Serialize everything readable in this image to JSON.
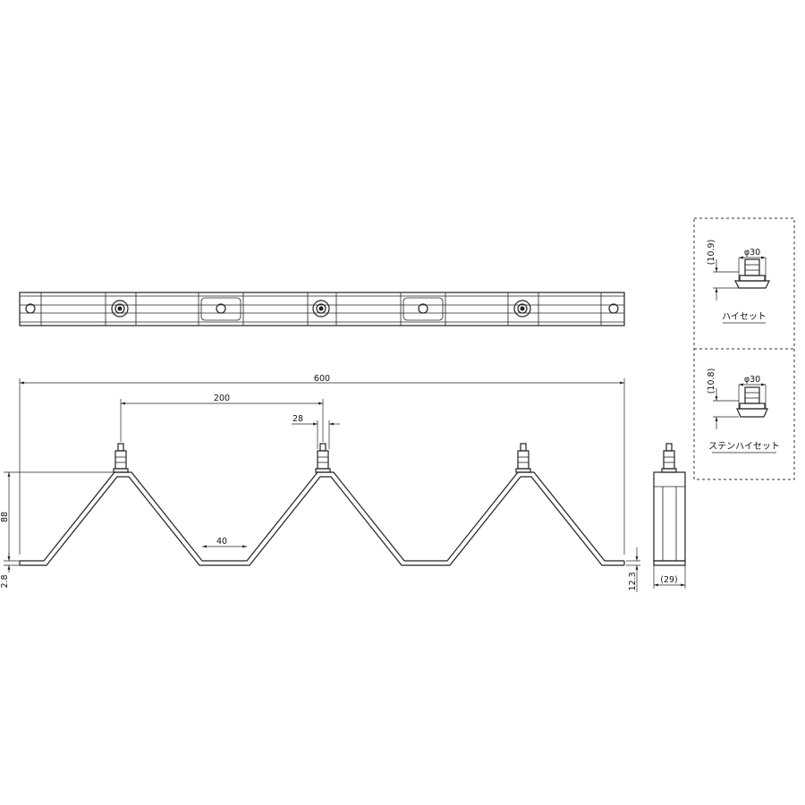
{
  "dimensions": {
    "overall_length": "600",
    "pitch": "200",
    "bolt_offset": "28",
    "bottom_flat": "40",
    "height": "88",
    "bottom_thickness": "2.8",
    "side_offset": "12.3",
    "side_width": "(29)"
  },
  "details": [
    {
      "height": "(10.9)",
      "diameter": "φ30",
      "label": "ハイセット"
    },
    {
      "height": "(10.8)",
      "diameter": "φ30",
      "label": "ステンハイセット"
    }
  ]
}
